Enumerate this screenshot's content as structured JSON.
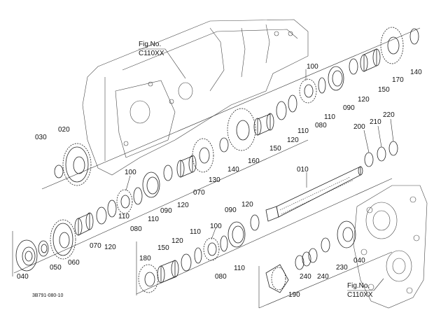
{
  "figure": {
    "ref_top": {
      "line1": "Fig.No.",
      "line2": "C110XX"
    },
    "ref_bottom": {
      "line1": "Fig.No.",
      "line2": "C110XX"
    },
    "drawing_code": "3B791-080-10"
  },
  "parts": [
    {
      "id": "p010",
      "label": "010"
    },
    {
      "id": "p020",
      "label": "020"
    },
    {
      "id": "p030",
      "label": "030"
    },
    {
      "id": "p040a",
      "label": "040"
    },
    {
      "id": "p040b",
      "label": "040"
    },
    {
      "id": "p050",
      "label": "050"
    },
    {
      "id": "p060",
      "label": "060"
    },
    {
      "id": "p070a",
      "label": "070"
    },
    {
      "id": "p070b",
      "label": "070"
    },
    {
      "id": "p080a",
      "label": "080"
    },
    {
      "id": "p080b",
      "label": "080"
    },
    {
      "id": "p080c",
      "label": "080"
    },
    {
      "id": "p090a",
      "label": "090"
    },
    {
      "id": "p090b",
      "label": "090"
    },
    {
      "id": "p090c",
      "label": "090"
    },
    {
      "id": "p100a",
      "label": "100"
    },
    {
      "id": "p100b",
      "label": "100"
    },
    {
      "id": "p100c",
      "label": "100"
    },
    {
      "id": "p110a",
      "label": "110"
    },
    {
      "id": "p110b",
      "label": "110"
    },
    {
      "id": "p110c",
      "label": "110"
    },
    {
      "id": "p110d",
      "label": "110"
    },
    {
      "id": "p110e",
      "label": "110"
    },
    {
      "id": "p110f",
      "label": "110"
    },
    {
      "id": "p120a",
      "label": "120"
    },
    {
      "id": "p120b",
      "label": "120"
    },
    {
      "id": "p120c",
      "label": "120"
    },
    {
      "id": "p120d",
      "label": "120"
    },
    {
      "id": "p120e",
      "label": "120"
    },
    {
      "id": "p120f",
      "label": "120"
    },
    {
      "id": "p130",
      "label": "130"
    },
    {
      "id": "p140a",
      "label": "140"
    },
    {
      "id": "p140b",
      "label": "140"
    },
    {
      "id": "p150a",
      "label": "150"
    },
    {
      "id": "p150b",
      "label": "150"
    },
    {
      "id": "p150c",
      "label": "150"
    },
    {
      "id": "p160",
      "label": "160"
    },
    {
      "id": "p170",
      "label": "170"
    },
    {
      "id": "p180",
      "label": "180"
    },
    {
      "id": "p190",
      "label": "190"
    },
    {
      "id": "p200",
      "label": "200"
    },
    {
      "id": "p210",
      "label": "210"
    },
    {
      "id": "p220",
      "label": "220"
    },
    {
      "id": "p230",
      "label": "230"
    },
    {
      "id": "p240a",
      "label": "240"
    },
    {
      "id": "p240b",
      "label": "240"
    }
  ]
}
